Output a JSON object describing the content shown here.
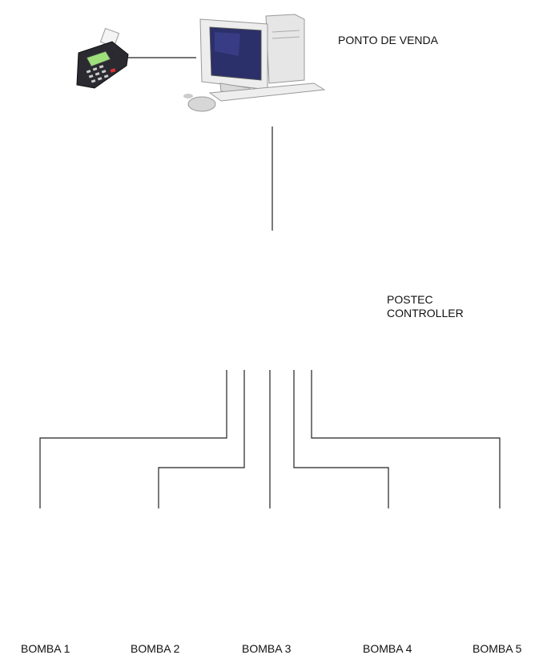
{
  "nodes": {
    "pos": {
      "label": "PONTO DE VENDA"
    },
    "controller": {
      "label_line1": "POSTEC",
      "label_line2": "CONTROLLER"
    },
    "pumps": [
      {
        "label": "BOMBA 1"
      },
      {
        "label": "BOMBA 2"
      },
      {
        "label": "BOMBA 3"
      },
      {
        "label": "BOMBA 4"
      },
      {
        "label": "BOMBA 5"
      }
    ]
  },
  "colors": {
    "pump_red": "#e8231f",
    "pump_black": "#1b1b1b",
    "pump_blue": "#2452c8",
    "pump_display_green": "#7fd12b",
    "controller_stripe": "#1e8f5a",
    "pos_terminal_screen": "#9fe07a",
    "line": "#222222"
  },
  "icons": [
    "card-terminal-icon",
    "computer-icon",
    "controller-box-icon",
    "fuel-pump-icon"
  ]
}
